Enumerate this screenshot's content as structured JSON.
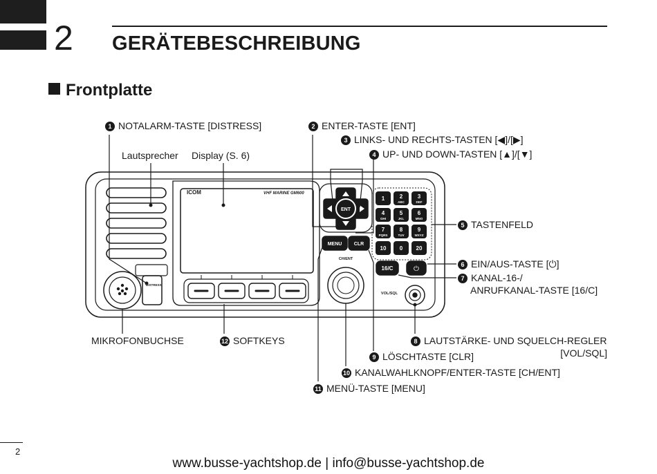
{
  "header": {
    "chapter_number": "2",
    "chapter_title": "GERÄTEBESCHREIBUNG",
    "section_title": "Frontplatte"
  },
  "callouts": {
    "c1": {
      "num": "1",
      "text": "NOTALARM-TASTE [DISTRESS]"
    },
    "c2": {
      "num": "2",
      "text": "ENTER-TASTE [ENT]"
    },
    "c3": {
      "num": "3",
      "text": "LINKS- UND RECHTS-TASTEN [◀]/[▶]"
    },
    "c4": {
      "num": "4",
      "text": "UP- UND DOWN-TASTEN [▲]/[▼]"
    },
    "c5": {
      "num": "5",
      "text": "TASTENFELD"
    },
    "c6": {
      "num": "6",
      "text": "EIN/AUS-TASTE [⏻]"
    },
    "c7": {
      "num": "7",
      "text_line1": "KANAL-16-/",
      "text_line2": "ANRUFKANAL-TASTE [16/C]"
    },
    "c8": {
      "num": "8",
      "text_line1": "LAUTSTÄRKE- UND SQUELCH-REGLER",
      "text_line2": "[VOL/SQL]"
    },
    "c9": {
      "num": "9",
      "text": "LÖSCHTASTE [CLR]"
    },
    "c10": {
      "num": "10",
      "text": "KANALWAHLKNOPF/ENTER-TASTE [CH/ENT]"
    },
    "c11": {
      "num": "11",
      "text": "MENÜ-TASTE [MENU]"
    },
    "c12": {
      "num": "12",
      "text": "SOFTKEYS"
    },
    "speaker": "Lautsprecher",
    "display": "Display (S. 6)",
    "mic_jack": "MIKROFONBUCHSE"
  },
  "device": {
    "brand": "ICOM",
    "model": "VHF MARINE GM600",
    "distress_label": "DISTRESS",
    "ent_label": "ENT",
    "menu_label": "MENU",
    "clr_label": "CLR",
    "chent_label": "CH/ENT",
    "ch16_label": "16/C",
    "volsql_label": "VOL/SQL",
    "keys": [
      {
        "main": "1",
        "sub": ""
      },
      {
        "main": "2",
        "sub": "ABC"
      },
      {
        "main": "3",
        "sub": "DEF"
      },
      {
        "main": "4",
        "sub": "GHI"
      },
      {
        "main": "5",
        "sub": "JKL"
      },
      {
        "main": "6",
        "sub": "MNO"
      },
      {
        "main": "7",
        "sub": "PQRS"
      },
      {
        "main": "8",
        "sub": "TUV"
      },
      {
        "main": "9",
        "sub": "WXYZ"
      },
      {
        "main": "10",
        "sub": ""
      },
      {
        "main": "0",
        "sub": ""
      },
      {
        "main": "20",
        "sub": ""
      }
    ]
  },
  "footer": {
    "page_number": "2",
    "contact": "www.busse-yachtshop.de  |  info@busse-yachtshop.de"
  }
}
